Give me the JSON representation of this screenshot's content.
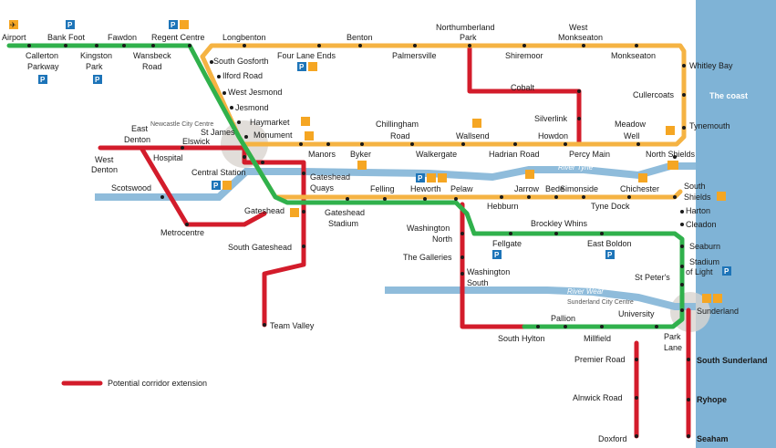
{
  "colors": {
    "yellow_line": "#f5b343",
    "green_line": "#30b14c",
    "red_line": "#d31c2b",
    "river": "#8fbcdb",
    "sea": "#7fb3d6",
    "city_circle": "#d9d4cf",
    "station_dot": "#1a1a1a",
    "parking_icon": "#1d74b8",
    "rail_icon": "#f5a623"
  },
  "areas": {
    "sea_label": "The coast",
    "newcastle_centre": "Newcastle City Centre",
    "sunderland_centre": "Sunderland City Centre",
    "river_tyne": "River Tyne",
    "river_wear": "River Wear"
  },
  "legend": {
    "label": "Potential corridor extension",
    "color": "#d31c2b"
  },
  "icons": {
    "airport": "airplane-icon",
    "parking": "P",
    "rail": "rail-icon",
    "ferry": "ferry-icon"
  },
  "stations": [
    {
      "name": "Airport"
    },
    {
      "name": "Bank Foot"
    },
    {
      "name": "Fawdon"
    },
    {
      "name": "Regent Centre"
    },
    {
      "name": "Longbenton"
    },
    {
      "name": "Benton"
    },
    {
      "name": "Northumberland"
    },
    {
      "name": "Park"
    },
    {
      "name": "West"
    },
    {
      "name": "Monkseaton"
    },
    {
      "name": "Callerton"
    },
    {
      "name": "Parkway"
    },
    {
      "name": "Kingston"
    },
    {
      "name": "Park"
    },
    {
      "name": "Wansbeck"
    },
    {
      "name": "Road"
    },
    {
      "name": "South Gosforth"
    },
    {
      "name": "Four Lane Ends"
    },
    {
      "name": "Palmersville"
    },
    {
      "name": "Shiremoor"
    },
    {
      "name": "Monkseaton"
    },
    {
      "name": "Whitley Bay"
    },
    {
      "name": "Ilford Road"
    },
    {
      "name": "Cobalt"
    },
    {
      "name": "West Jesmond"
    },
    {
      "name": "Cullercoats"
    },
    {
      "name": "Jesmond"
    },
    {
      "name": "Silverlink"
    },
    {
      "name": "Haymarket"
    },
    {
      "name": "Chillingham"
    },
    {
      "name": "Meadow"
    },
    {
      "name": "Tynemouth"
    },
    {
      "name": "East"
    },
    {
      "name": "Denton"
    },
    {
      "name": "St James"
    },
    {
      "name": "Monument"
    },
    {
      "name": "Road"
    },
    {
      "name": "Wallsend"
    },
    {
      "name": "Howdon"
    },
    {
      "name": "Well"
    },
    {
      "name": "Elswick"
    },
    {
      "name": "Manors"
    },
    {
      "name": "Byker"
    },
    {
      "name": "Walkergate"
    },
    {
      "name": "Hadrian Road"
    },
    {
      "name": "Percy Main"
    },
    {
      "name": "North Shields"
    },
    {
      "name": "West"
    },
    {
      "name": "Denton"
    },
    {
      "name": "Hospital"
    },
    {
      "name": "Central Station"
    },
    {
      "name": "Gateshead"
    },
    {
      "name": "Quays"
    },
    {
      "name": "Scotswood"
    },
    {
      "name": "Felling"
    },
    {
      "name": "Heworth"
    },
    {
      "name": "Pelaw"
    },
    {
      "name": "Jarrow"
    },
    {
      "name": "Bede"
    },
    {
      "name": "Simonside"
    },
    {
      "name": "Chichester"
    },
    {
      "name": "South"
    },
    {
      "name": "Shields"
    },
    {
      "name": "Hebburn"
    },
    {
      "name": "Tyne Dock"
    },
    {
      "name": "Harton"
    },
    {
      "name": "Gateshead"
    },
    {
      "name": "Gateshead"
    },
    {
      "name": "Stadium"
    },
    {
      "name": "Cleadon"
    },
    {
      "name": "Brockley Whins"
    },
    {
      "name": "Washington"
    },
    {
      "name": "North"
    },
    {
      "name": "Metrocentre"
    },
    {
      "name": "Fellgate"
    },
    {
      "name": "East Boldon"
    },
    {
      "name": "Seaburn"
    },
    {
      "name": "South Gateshead"
    },
    {
      "name": "Stadium"
    },
    {
      "name": "of Light"
    },
    {
      "name": "The Galleries"
    },
    {
      "name": "Washington"
    },
    {
      "name": "South"
    },
    {
      "name": "St Peter's"
    },
    {
      "name": "Sunderland"
    },
    {
      "name": "University"
    },
    {
      "name": "Pallion"
    },
    {
      "name": "Team Valley"
    },
    {
      "name": "South Hylton"
    },
    {
      "name": "Millfield"
    },
    {
      "name": "Park"
    },
    {
      "name": "Lane"
    },
    {
      "name": "Premier Road"
    },
    {
      "name": "South Sunderland"
    },
    {
      "name": "Alnwick Road"
    },
    {
      "name": "Ryhope"
    },
    {
      "name": "Doxford"
    },
    {
      "name": "Seaham"
    }
  ]
}
